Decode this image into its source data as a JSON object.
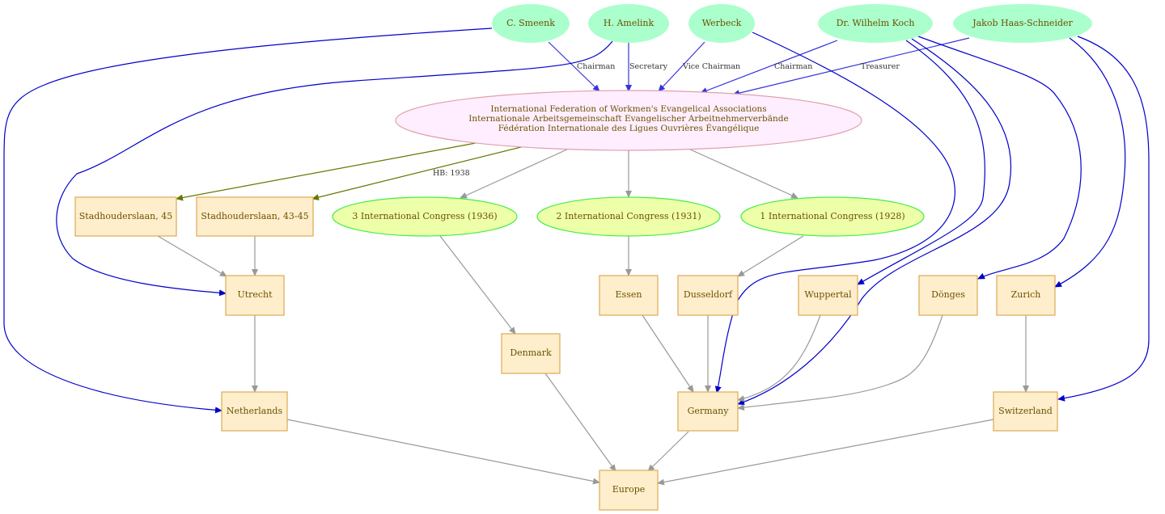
{
  "nodes": {
    "smeenk": "C. Smeenk",
    "amelink": "H. Amelink",
    "werbeck": "Werbeck",
    "koch": "Dr. Wilhelm Koch",
    "haas": "Jakob Haas-Schneider",
    "federation": [
      "International Federation of Workmen's Evangelical Associations",
      "Internationale Arbeitsgemeinschaft Evangelischer Arbeitnehmerverbände",
      "Fédération Internationale des Ligues Ouvrières Évangélique"
    ],
    "stadh45": "Stadhouderslaan, 45",
    "stadh4345": "Stadhouderslaan, 43-45",
    "congress3": "3 International Congress (1936)",
    "congress2": "2 International Congress (1931)",
    "congress1": "1 International Congress (1928)",
    "utrecht": "Utrecht",
    "essen": "Essen",
    "dusseldorf": "Dusseldorf",
    "wuppertal": "Wuppertal",
    "donges": "Dönges",
    "zurich": "Zurich",
    "denmark": "Denmark",
    "netherlands": "Netherlands",
    "germany": "Germany",
    "switzerland": "Switzerland",
    "europe": "Europe"
  },
  "edge_labels": {
    "smeenk_role": "Chairman",
    "amelink_role": "Secretary",
    "werbeck_role": "Vice Chairman",
    "koch_role": "Chairman",
    "haas_role": "Treasurer",
    "hb": "HB: 1938"
  },
  "colors": {
    "role_edge": "#3333dd",
    "person_edge": "#0000cc",
    "address_edge": "#667700",
    "place_edge": "#999999",
    "person_fill": "#aaffcc",
    "federation_fill": "#ffeeff",
    "congress_fill": "#eeffaa",
    "place_fill": "#ffeecc"
  }
}
